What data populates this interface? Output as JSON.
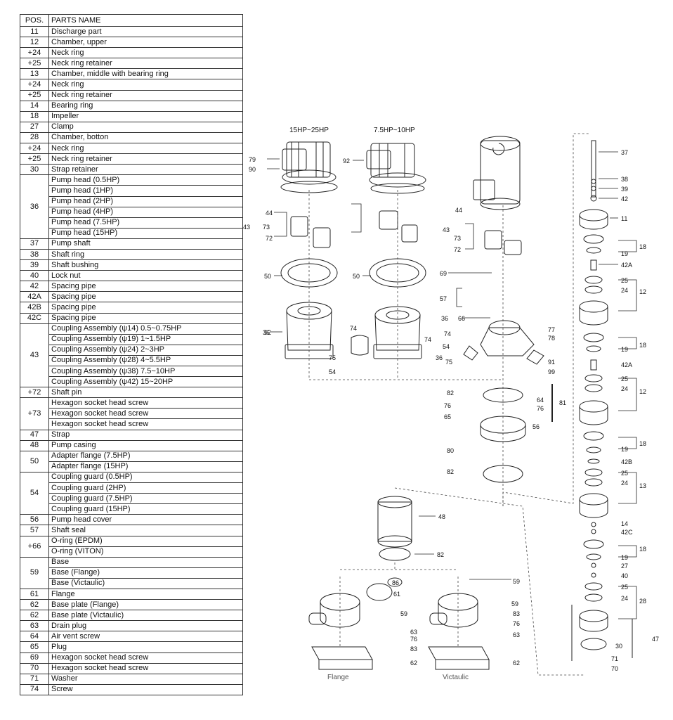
{
  "table": {
    "header_pos": "POS.",
    "header_name": "PARTS NAME",
    "rows": [
      {
        "pos": "11",
        "names": [
          "Discharge part"
        ]
      },
      {
        "pos": "12",
        "names": [
          "Chamber, upper"
        ]
      },
      {
        "pos": "+24",
        "names": [
          "Neck ring"
        ]
      },
      {
        "pos": "+25",
        "names": [
          "Neck ring retainer"
        ]
      },
      {
        "pos": "13",
        "names": [
          "Chamber, middle with bearing ring"
        ]
      },
      {
        "pos": "+24",
        "names": [
          "Neck ring"
        ]
      },
      {
        "pos": "+25",
        "names": [
          "Neck ring retainer"
        ]
      },
      {
        "pos": "14",
        "names": [
          "Bearing ring"
        ]
      },
      {
        "pos": "18",
        "names": [
          "Impeller"
        ]
      },
      {
        "pos": "27",
        "names": [
          "Clamp"
        ]
      },
      {
        "pos": "28",
        "names": [
          "Chamber, botton"
        ]
      },
      {
        "pos": "+24",
        "names": [
          "Neck ring"
        ]
      },
      {
        "pos": "+25",
        "names": [
          "Neck ring retainer"
        ]
      },
      {
        "pos": "30",
        "names": [
          "Strap retainer"
        ]
      },
      {
        "pos": "36",
        "names": [
          "Pump head (0.5HP)",
          "Pump head (1HP)",
          "Pump head (2HP)",
          "Pump head (4HP)",
          "Pump head (7.5HP)",
          "Pump head (15HP)"
        ]
      },
      {
        "pos": "37",
        "names": [
          "Pump shaft"
        ]
      },
      {
        "pos": "38",
        "names": [
          "Shaft ring"
        ]
      },
      {
        "pos": "39",
        "names": [
          "Shaft bushing"
        ]
      },
      {
        "pos": "40",
        "names": [
          "Lock nut"
        ]
      },
      {
        "pos": "42",
        "names": [
          "Spacing pipe"
        ]
      },
      {
        "pos": "42A",
        "names": [
          "Spacing pipe"
        ]
      },
      {
        "pos": "42B",
        "names": [
          "Spacing pipe"
        ]
      },
      {
        "pos": "42C",
        "names": [
          "Spacing pipe"
        ]
      },
      {
        "pos": "43",
        "names": [
          "Coupling Assembly (ψ14) 0.5~0.75HP",
          "Coupling Assembly (ψ19) 1~1.5HP",
          "Coupling Assembly (ψ24) 2~3HP",
          "Coupling Assembly (ψ28) 4~5.5HP",
          "Coupling Assembly (ψ38) 7.5~10HP",
          "Coupling Assembly (ψ42) 15~20HP"
        ]
      },
      {
        "pos": "+72",
        "names": [
          "Shaft pin"
        ]
      },
      {
        "pos": "+73",
        "names": [
          "Hexagon socket head screw",
          "Hexagon socket head screw",
          "Hexagon socket head screw"
        ]
      },
      {
        "pos": "47",
        "names": [
          "Strap"
        ]
      },
      {
        "pos": "48",
        "names": [
          "Pump casing"
        ]
      },
      {
        "pos": "50",
        "names": [
          "Adapter flange (7.5HP)",
          "Adapter flange (15HP)"
        ]
      },
      {
        "pos": "54",
        "names": [
          "Coupling guard (0.5HP)",
          "Coupling guard (2HP)",
          "Coupling guard (7.5HP)",
          "Coupling guard (15HP)"
        ]
      },
      {
        "pos": "56",
        "names": [
          "Pump head cover"
        ]
      },
      {
        "pos": "57",
        "names": [
          "Shaft seal"
        ]
      },
      {
        "pos": "+66",
        "names": [
          "O-ring (EPDM)",
          "O-ring (VITON)"
        ]
      },
      {
        "pos": "59",
        "names": [
          "Base",
          "Base (Flange)",
          "Base (Victaulic)"
        ]
      },
      {
        "pos": "61",
        "names": [
          "Flange"
        ]
      },
      {
        "pos": "62",
        "names": [
          "Base plate (Flange)"
        ]
      },
      {
        "pos": "62",
        "names": [
          "Base plate (Victaulic)"
        ]
      },
      {
        "pos": "63",
        "names": [
          "Drain plug"
        ]
      },
      {
        "pos": "64",
        "names": [
          "Air vent screw"
        ]
      },
      {
        "pos": "65",
        "names": [
          "Plug"
        ]
      },
      {
        "pos": "69",
        "names": [
          "Hexagon socket head screw"
        ]
      },
      {
        "pos": "70",
        "names": [
          "Hexagon socket head screw"
        ]
      },
      {
        "pos": "71",
        "names": [
          "Washer"
        ]
      },
      {
        "pos": "74",
        "names": [
          "Screw"
        ]
      }
    ]
  },
  "diagram": {
    "motor_15_25_label": "15HP~25HP",
    "motor_75_10_label": "7.5HP~10HP",
    "flange_caption": "Flange",
    "victaulic_caption": "Victaulic",
    "callouts": [
      "79",
      "90",
      "92",
      "44",
      "43",
      "73",
      "72",
      "50",
      "92",
      "36",
      "74",
      "75",
      "54",
      "50",
      "36",
      "74",
      "44",
      "43",
      "73",
      "72",
      "69",
      "57",
      "66",
      "36",
      "74",
      "54",
      "75",
      "77",
      "78",
      "91",
      "99",
      "82",
      "76",
      "65",
      "64",
      "76",
      "81",
      "56",
      "80",
      "82",
      "48",
      "82",
      "59",
      "86",
      "61",
      "59",
      "63",
      "76",
      "83",
      "62",
      "59",
      "83",
      "76",
      "63",
      "62",
      "37",
      "38",
      "39",
      "42",
      "11",
      "18",
      "19",
      "42A",
      "25",
      "24",
      "12",
      "18",
      "19",
      "42A",
      "25",
      "24",
      "12",
      "18",
      "19",
      "42B",
      "25",
      "24",
      "13",
      "14",
      "42C",
      "18",
      "19",
      "27",
      "40",
      "25",
      "24",
      "28",
      "47",
      "30",
      "71",
      "70"
    ]
  }
}
